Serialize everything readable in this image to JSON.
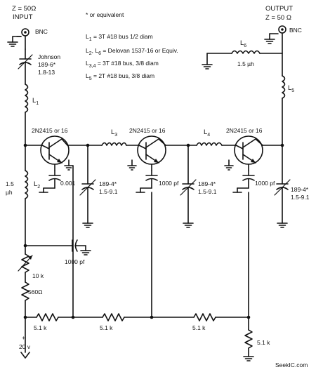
{
  "input": {
    "impedance": "Z = 50Ω",
    "label": "INPUT",
    "connector": "BNC"
  },
  "output": {
    "label": "OUTPUT",
    "impedance": "Z = 50 Ω",
    "connector": "BNC"
  },
  "legend": {
    "note": "* or equivalent",
    "l1": {
      "sym": "L",
      "sub": "1",
      "text": " = 3T #18 bus 1/2 diam"
    },
    "l2": {
      "sym": "L",
      "sub": "2",
      "sym2": ", L",
      "sub2": "6",
      "text": " = Delovan 1537-16 or Equiv."
    },
    "l34": {
      "sym": "L",
      "sub": "3,4",
      "text": " = 3T #18 bus, 3/8 diam"
    },
    "l5": {
      "sym": "L",
      "sub": "5",
      "text": " = 2T #18 bus, 3/8 diam"
    }
  },
  "trimmer_input": {
    "line1": "Johnson",
    "line2": "189-6*",
    "line3": "1.8-13"
  },
  "transistors": [
    "2N2415 or 16",
    "2N2415 or 16",
    "2N2415 or 16"
  ],
  "inductors": {
    "l1": {
      "sym": "L",
      "sub": "1"
    },
    "l2": {
      "sym": "L",
      "sub": "2"
    },
    "l3": {
      "sym": "L",
      "sub": "3"
    },
    "l4": {
      "sym": "L",
      "sub": "4"
    },
    "l5": {
      "sym": "L",
      "sub": "5"
    },
    "l6": {
      "sym": "L",
      "sub": "6",
      "value": "1.5 µh"
    },
    "l15": {
      "line1": "1.5",
      "line2": "µh"
    }
  },
  "capacitors": {
    "c1": "0.001",
    "c2": "1000 pf",
    "c3": "1000 pf",
    "c4": "1000 pf"
  },
  "trimmers": [
    {
      "line1": "189-4*",
      "line2": "1.5-9.1"
    },
    {
      "line1": "189-4*",
      "line2": "1.5-9.1"
    },
    {
      "line1": "189-4*",
      "line2": "1.5-9.1"
    }
  ],
  "resistors": {
    "pot": "10 k",
    "r560": "560Ω",
    "r1": "5.1 k",
    "r2": "5.1 k",
    "r3": "5.1 k",
    "r4": "5.1 k"
  },
  "supply": {
    "plus": "+",
    "voltage": "20 v"
  },
  "watermark": "SeekIC.com"
}
